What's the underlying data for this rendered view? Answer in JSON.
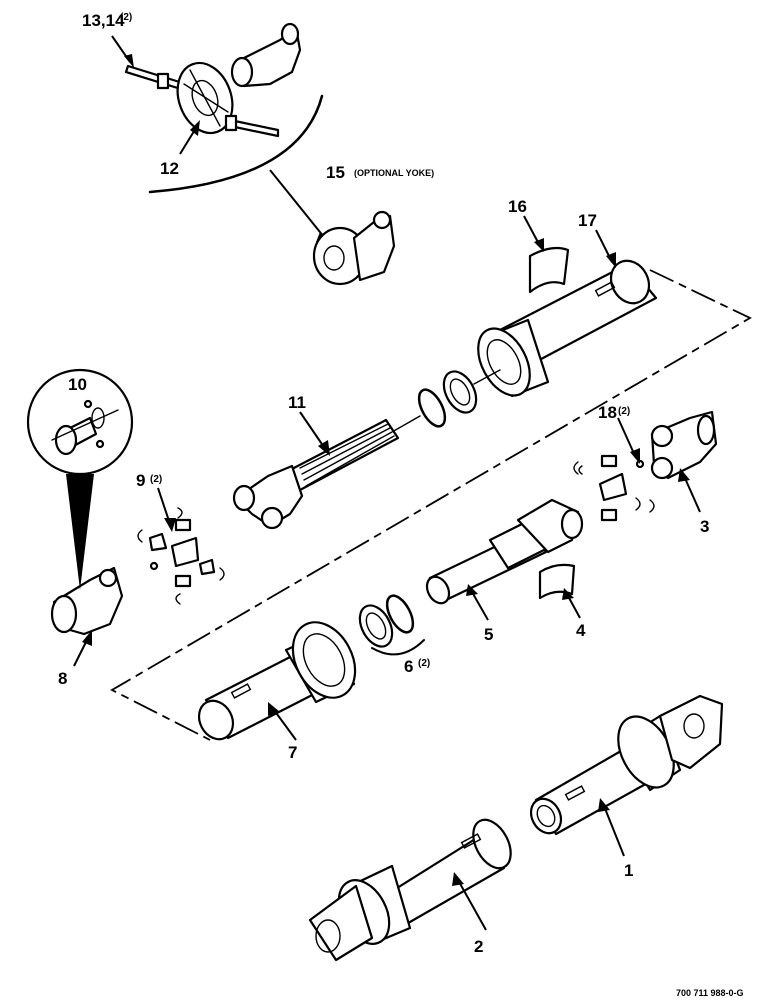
{
  "drawing_number": "700 711 988-0-G",
  "callouts": {
    "c1": "1",
    "c2": "2",
    "c3": "3",
    "c4": "4",
    "c5": "5",
    "c6": "6",
    "c6_qty": "(2)",
    "c7": "7",
    "c8": "8",
    "c9": "9",
    "c9_qty": "(2)",
    "c10": "10",
    "c11": "11",
    "c12": "12",
    "c13_14": "13,14",
    "c13_14_qty": "(2)",
    "c15": "15",
    "c15_note": "(OPTIONAL YOKE)",
    "c16": "16",
    "c17": "17",
    "c18": "18",
    "c18_qty": "(2)"
  },
  "colors": {
    "line": "#000000",
    "background": "#ffffff"
  }
}
